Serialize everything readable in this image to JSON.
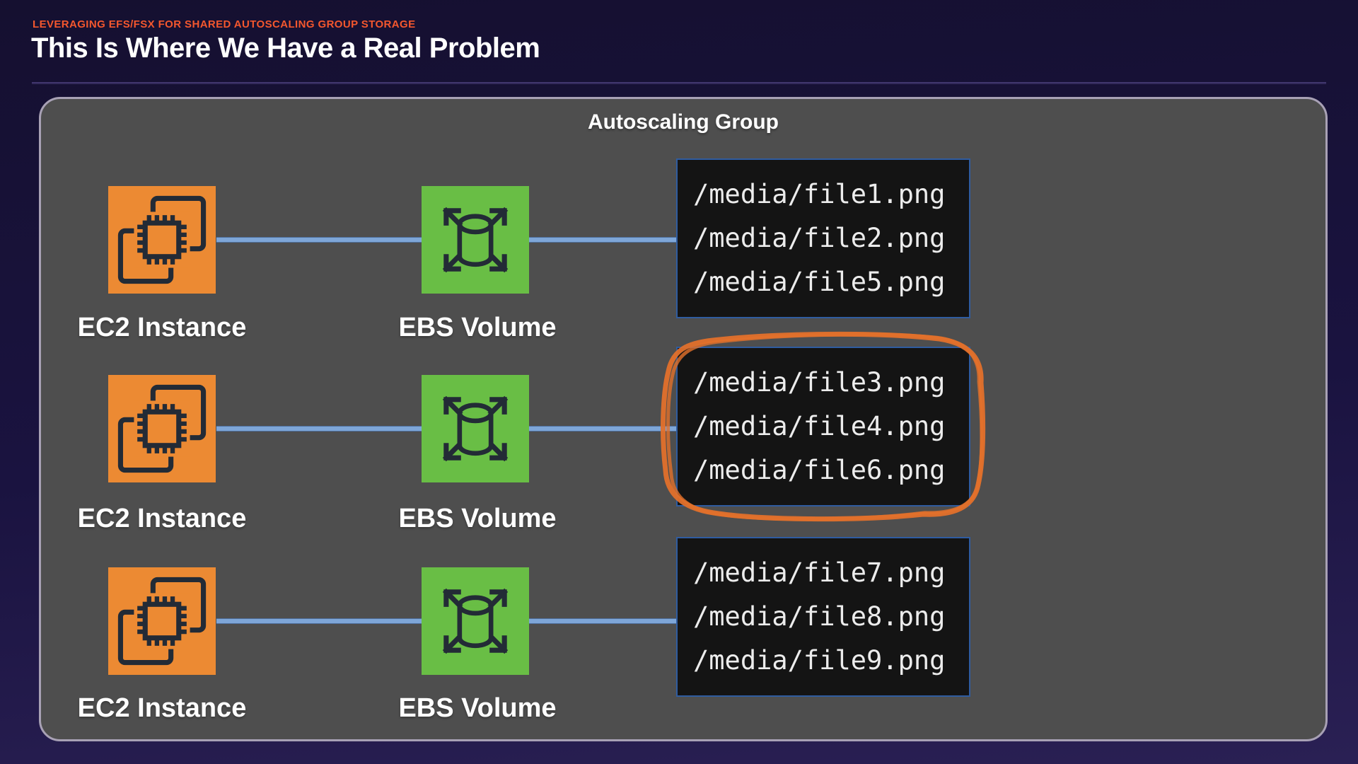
{
  "slide": {
    "eyebrow": "LEVERAGING EFS/FSX FOR SHARED AUTOSCALING GROUP STORAGE",
    "title": "This Is Where We Have a Real Problem"
  },
  "group": {
    "title": "Autoscaling Group",
    "rows": [
      {
        "instance_label": "EC2 Instance",
        "volume_label": "EBS Volume",
        "files": [
          "/media/file1.png",
          "/media/file2.png",
          "/media/file5.png"
        ],
        "highlighted": false
      },
      {
        "instance_label": "EC2 Instance",
        "volume_label": "EBS Volume",
        "files": [
          "/media/file3.png",
          "/media/file4.png",
          "/media/file6.png"
        ],
        "highlighted": true
      },
      {
        "instance_label": "EC2 Instance",
        "volume_label": "EBS Volume",
        "files": [
          "/media/file7.png",
          "/media/file8.png",
          "/media/file9.png"
        ],
        "highlighted": false
      }
    ]
  },
  "icons": {
    "ec2": "ec2-instance-chip-icon",
    "ebs": "ebs-volume-expand-icon",
    "highlight": "hand-drawn-orange-circle"
  },
  "colors": {
    "eyebrow_orange": "#F4572E",
    "ec2_orange": "#EC8A33",
    "ebs_green": "#69BE45",
    "icon_stroke_dark": "#232B36",
    "connector_blue": "#7EA6D8",
    "filebox_border_blue": "#2F5CA0",
    "filebox_fill": "#141414",
    "highlight_orange": "#E2702B",
    "group_fill_gray": "#4E4E4E",
    "group_border": "#A8A1B5"
  }
}
